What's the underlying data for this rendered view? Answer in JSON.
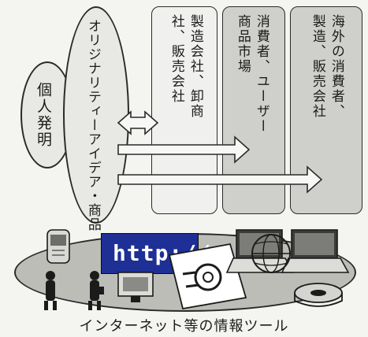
{
  "diagram": {
    "left_ellipse_text": "個人発明",
    "center_ellipse_text": "オリジナリティーアイデア・商品",
    "panel1_col1": "製造会社、卸商",
    "panel1_col2": "社、販売会社",
    "panel2_col1": "消費者、ユーザー",
    "panel2_col2": "商品市場",
    "panel3_col1": "海外の消費者、",
    "panel3_col2": "製造、販売会社",
    "http_text": "http://",
    "caption": "インターネット等の情報ツール",
    "colors": {
      "gray_panel": "#cfcfcb",
      "light_panel": "#f0f0ee",
      "http_box": "#1e2f96"
    },
    "icons": [
      "mobile-phone-icon",
      "person-icon",
      "email-envelope-icon",
      "laptop-icon",
      "globe-icon",
      "disk-icon"
    ]
  }
}
